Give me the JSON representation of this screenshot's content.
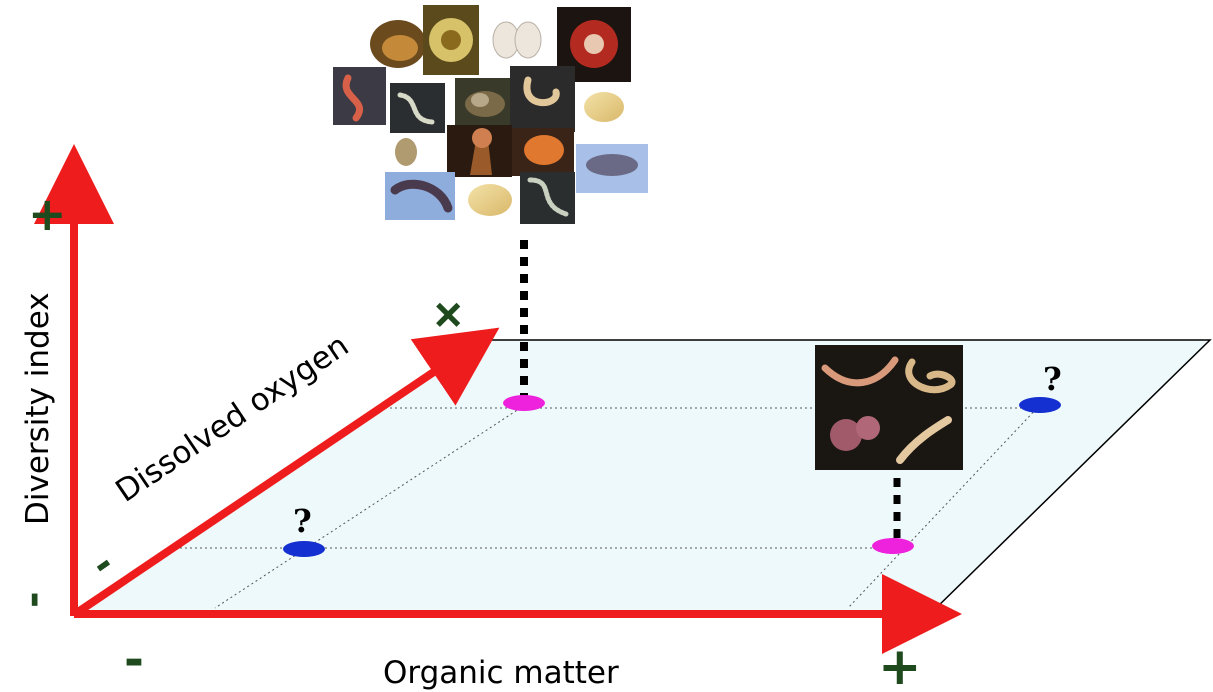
{
  "axes": {
    "diversity": {
      "label": "Diversity index",
      "plus": "+",
      "minus": "-"
    },
    "oxygen": {
      "label": "Dissolved oxygen",
      "plus": "+",
      "minus": "-"
    },
    "organic": {
      "label": "Organic matter",
      "plus": "+",
      "minus": "-"
    }
  },
  "markers": {
    "high_oxygen_low_organic": {
      "mark": "",
      "community": "diverse-benthic-community"
    },
    "low_oxygen_low_organic": {
      "mark": "?"
    },
    "high_oxygen_high_organic": {
      "mark": "?"
    },
    "low_oxygen_high_organic": {
      "mark": "",
      "community": "opportunistic-worm-community"
    }
  },
  "colors": {
    "axis_red": "#ee1c1c",
    "plane_fill": "#eef9fb",
    "marker_known": "#ee22dd",
    "marker_unknown": "#1530d0",
    "sign_green": "#1e4a1e"
  }
}
